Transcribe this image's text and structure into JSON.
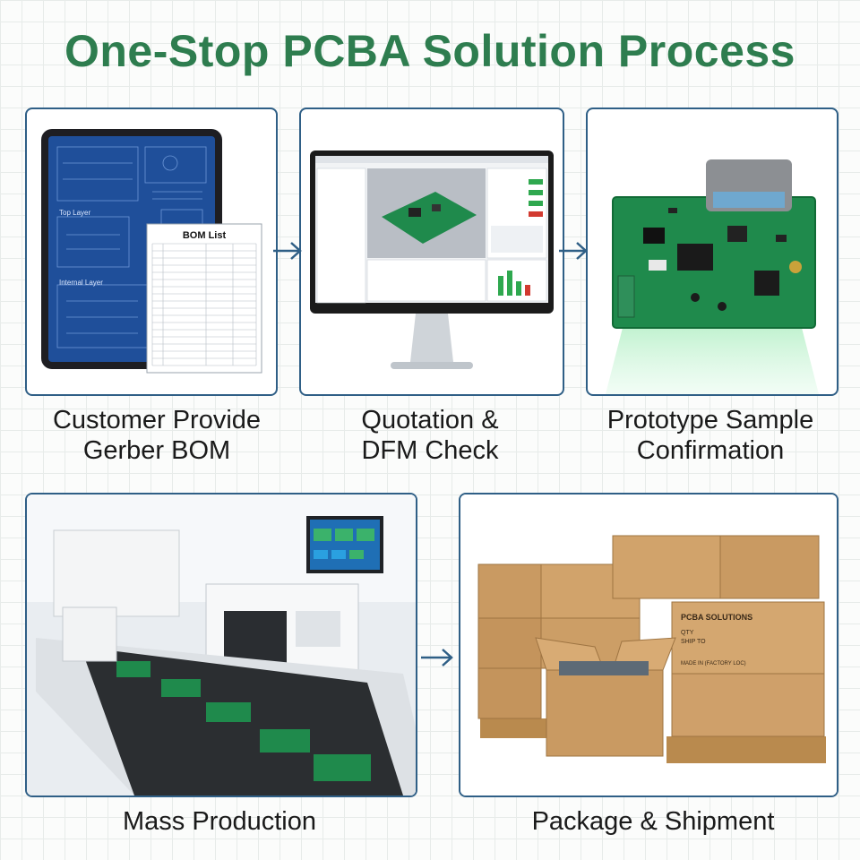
{
  "title": "One-Stop PCBA Solution Process",
  "steps": [
    {
      "label": "Customer Provide\nGerber BOM"
    },
    {
      "label": "Quotation &\nDFM Check"
    },
    {
      "label": "Prototype Sample\nConfirmation"
    },
    {
      "label": "Mass Production"
    },
    {
      "label": "Package & Shipment"
    }
  ],
  "gerber": {
    "top_layer": "Top Layer",
    "internal_layer": "Internal Layer",
    "bom_title": "BOM List"
  },
  "boxes": {
    "brand": "PCBA SOLUTIONS",
    "qty": "QTY",
    "ship_to": "SHIP TO",
    "made_in": "MADE IN (FACTORY LOC)"
  },
  "colors": {
    "title": "#2e7d4f",
    "card_border": "#2f5f86",
    "arrow": "#2f5f86",
    "pcb_green": "#1f8a4c"
  },
  "icons": [
    "arrow-right-icon"
  ]
}
